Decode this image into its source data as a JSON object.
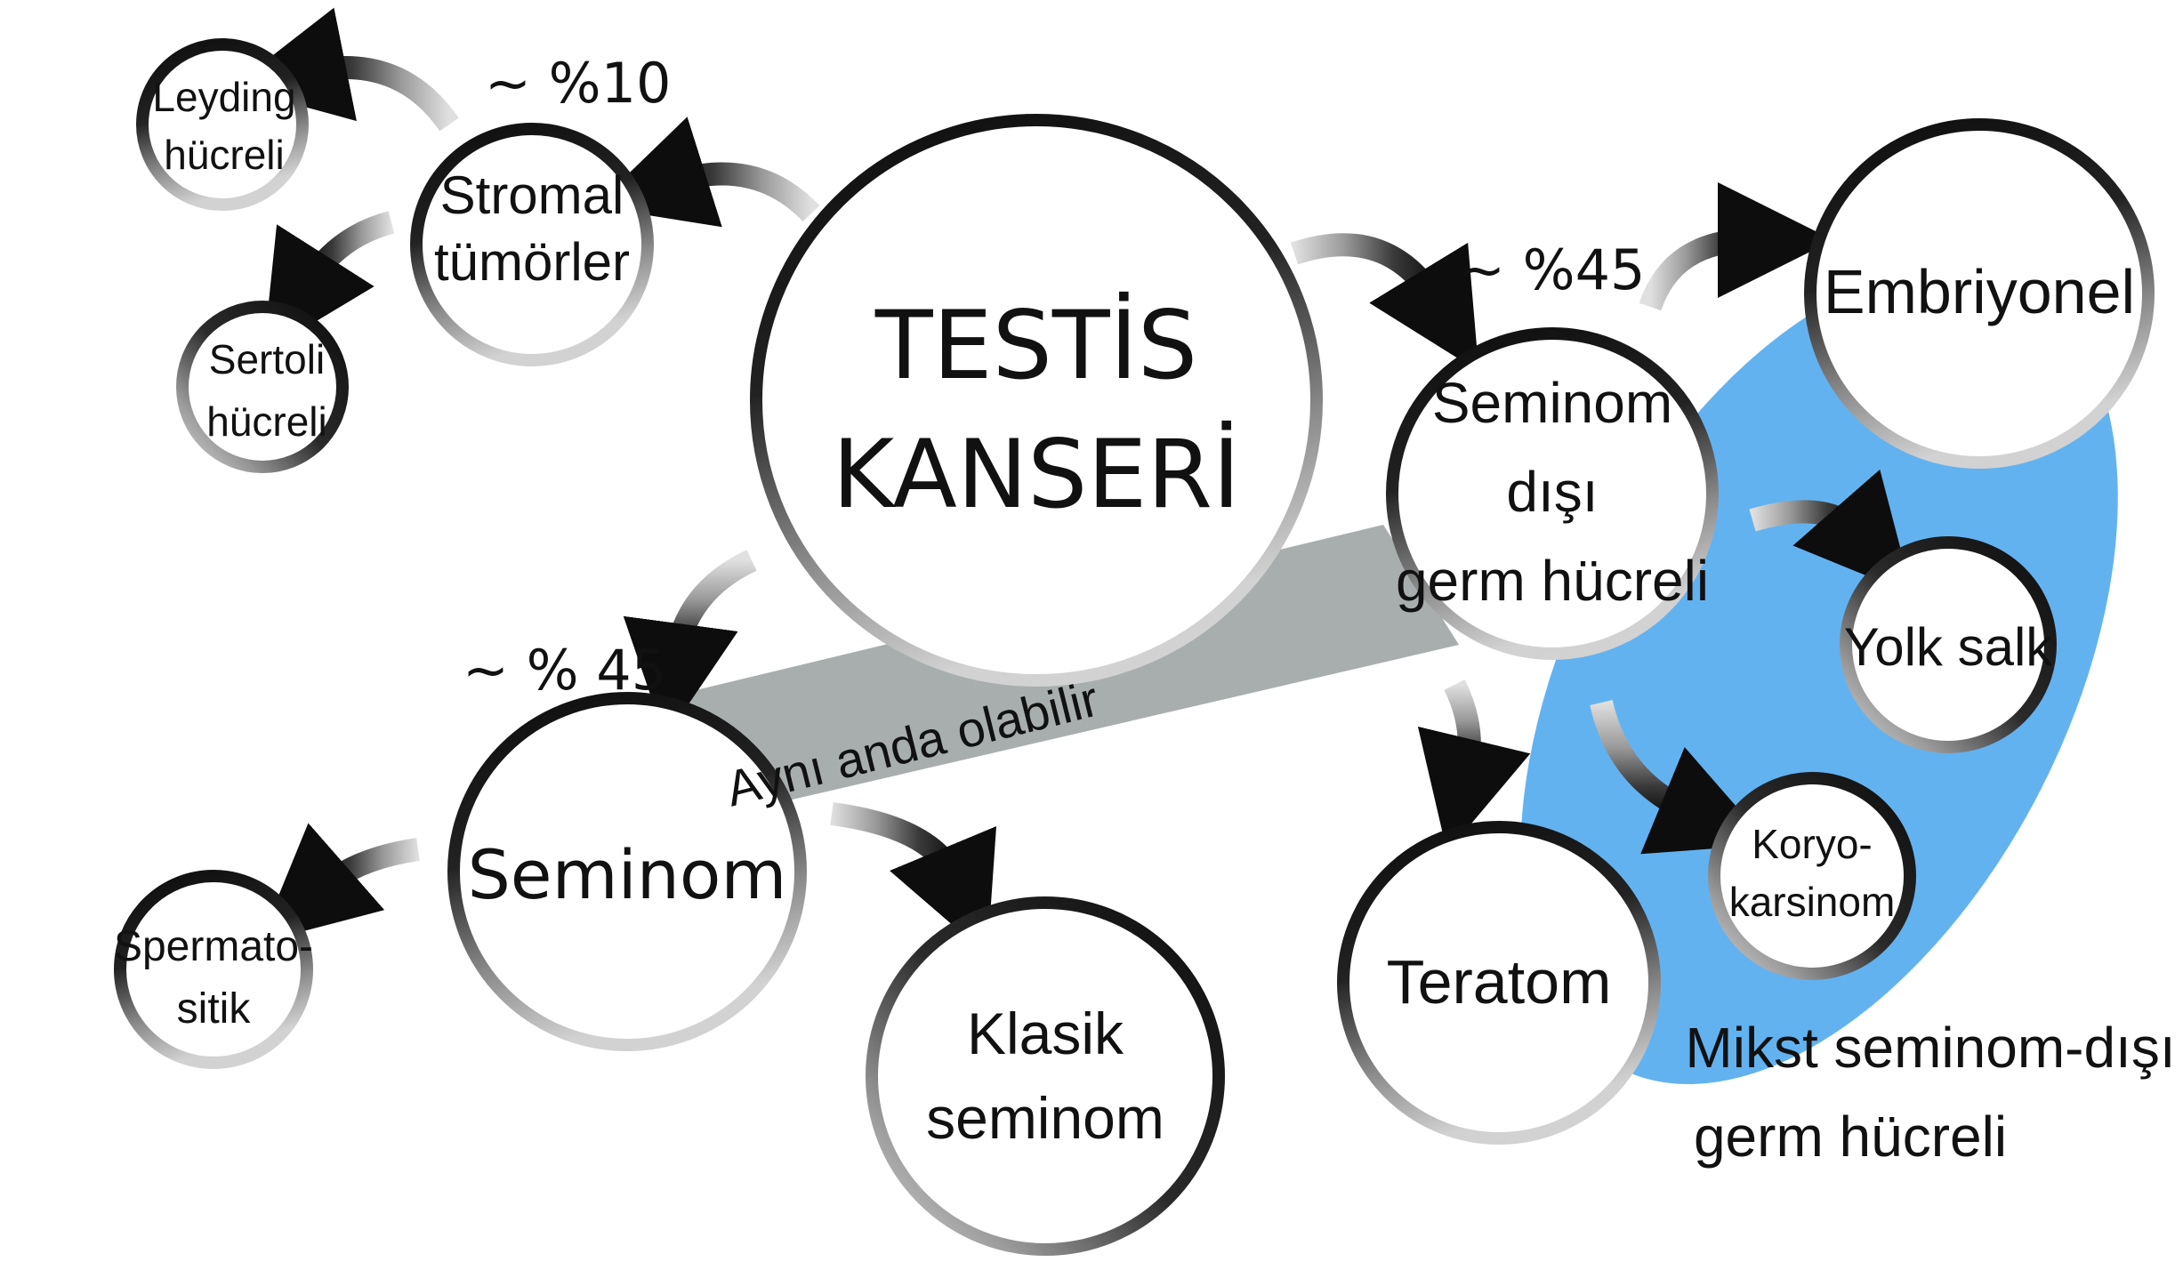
{
  "center": {
    "line1": "TESTİS",
    "line2": "KANSERİ"
  },
  "stromal": {
    "line1": "Stromal",
    "line2": "tümörler",
    "percent": "~ %10"
  },
  "leydig": {
    "line1": "Leyding",
    "line2": "hücreli"
  },
  "sertoli": {
    "line1": "Sertoli",
    "line2": "hücreli"
  },
  "nonseminoma": {
    "line1": "Seminom",
    "line2": "dışı",
    "line3": "germ hücreli",
    "percent": "~ %45"
  },
  "embryonal": {
    "label": "Embriyonel"
  },
  "yolk_sac": {
    "label": "Yolk salk"
  },
  "choriocarcinoma": {
    "line1": "Koryo-",
    "line2": "karsinom"
  },
  "teratoma": {
    "label": "Teratom"
  },
  "mixed": {
    "line1": "Mikst seminom-dışı",
    "line2": "germ hücreli"
  },
  "seminoma": {
    "label": "Seminom",
    "percent": "~ % 45"
  },
  "spermatocytic": {
    "line1": "Spermato-",
    "line2": "sitik"
  },
  "classic": {
    "line1": "Klasik",
    "line2": "seminom"
  },
  "co_occurrence": {
    "label": "Aynı anda olabilir"
  },
  "colors": {
    "mixed_region": "#63B2F0",
    "band": "#A8AEAE",
    "ring_dark": "#111111",
    "ring_light": "#C4C4C4"
  }
}
